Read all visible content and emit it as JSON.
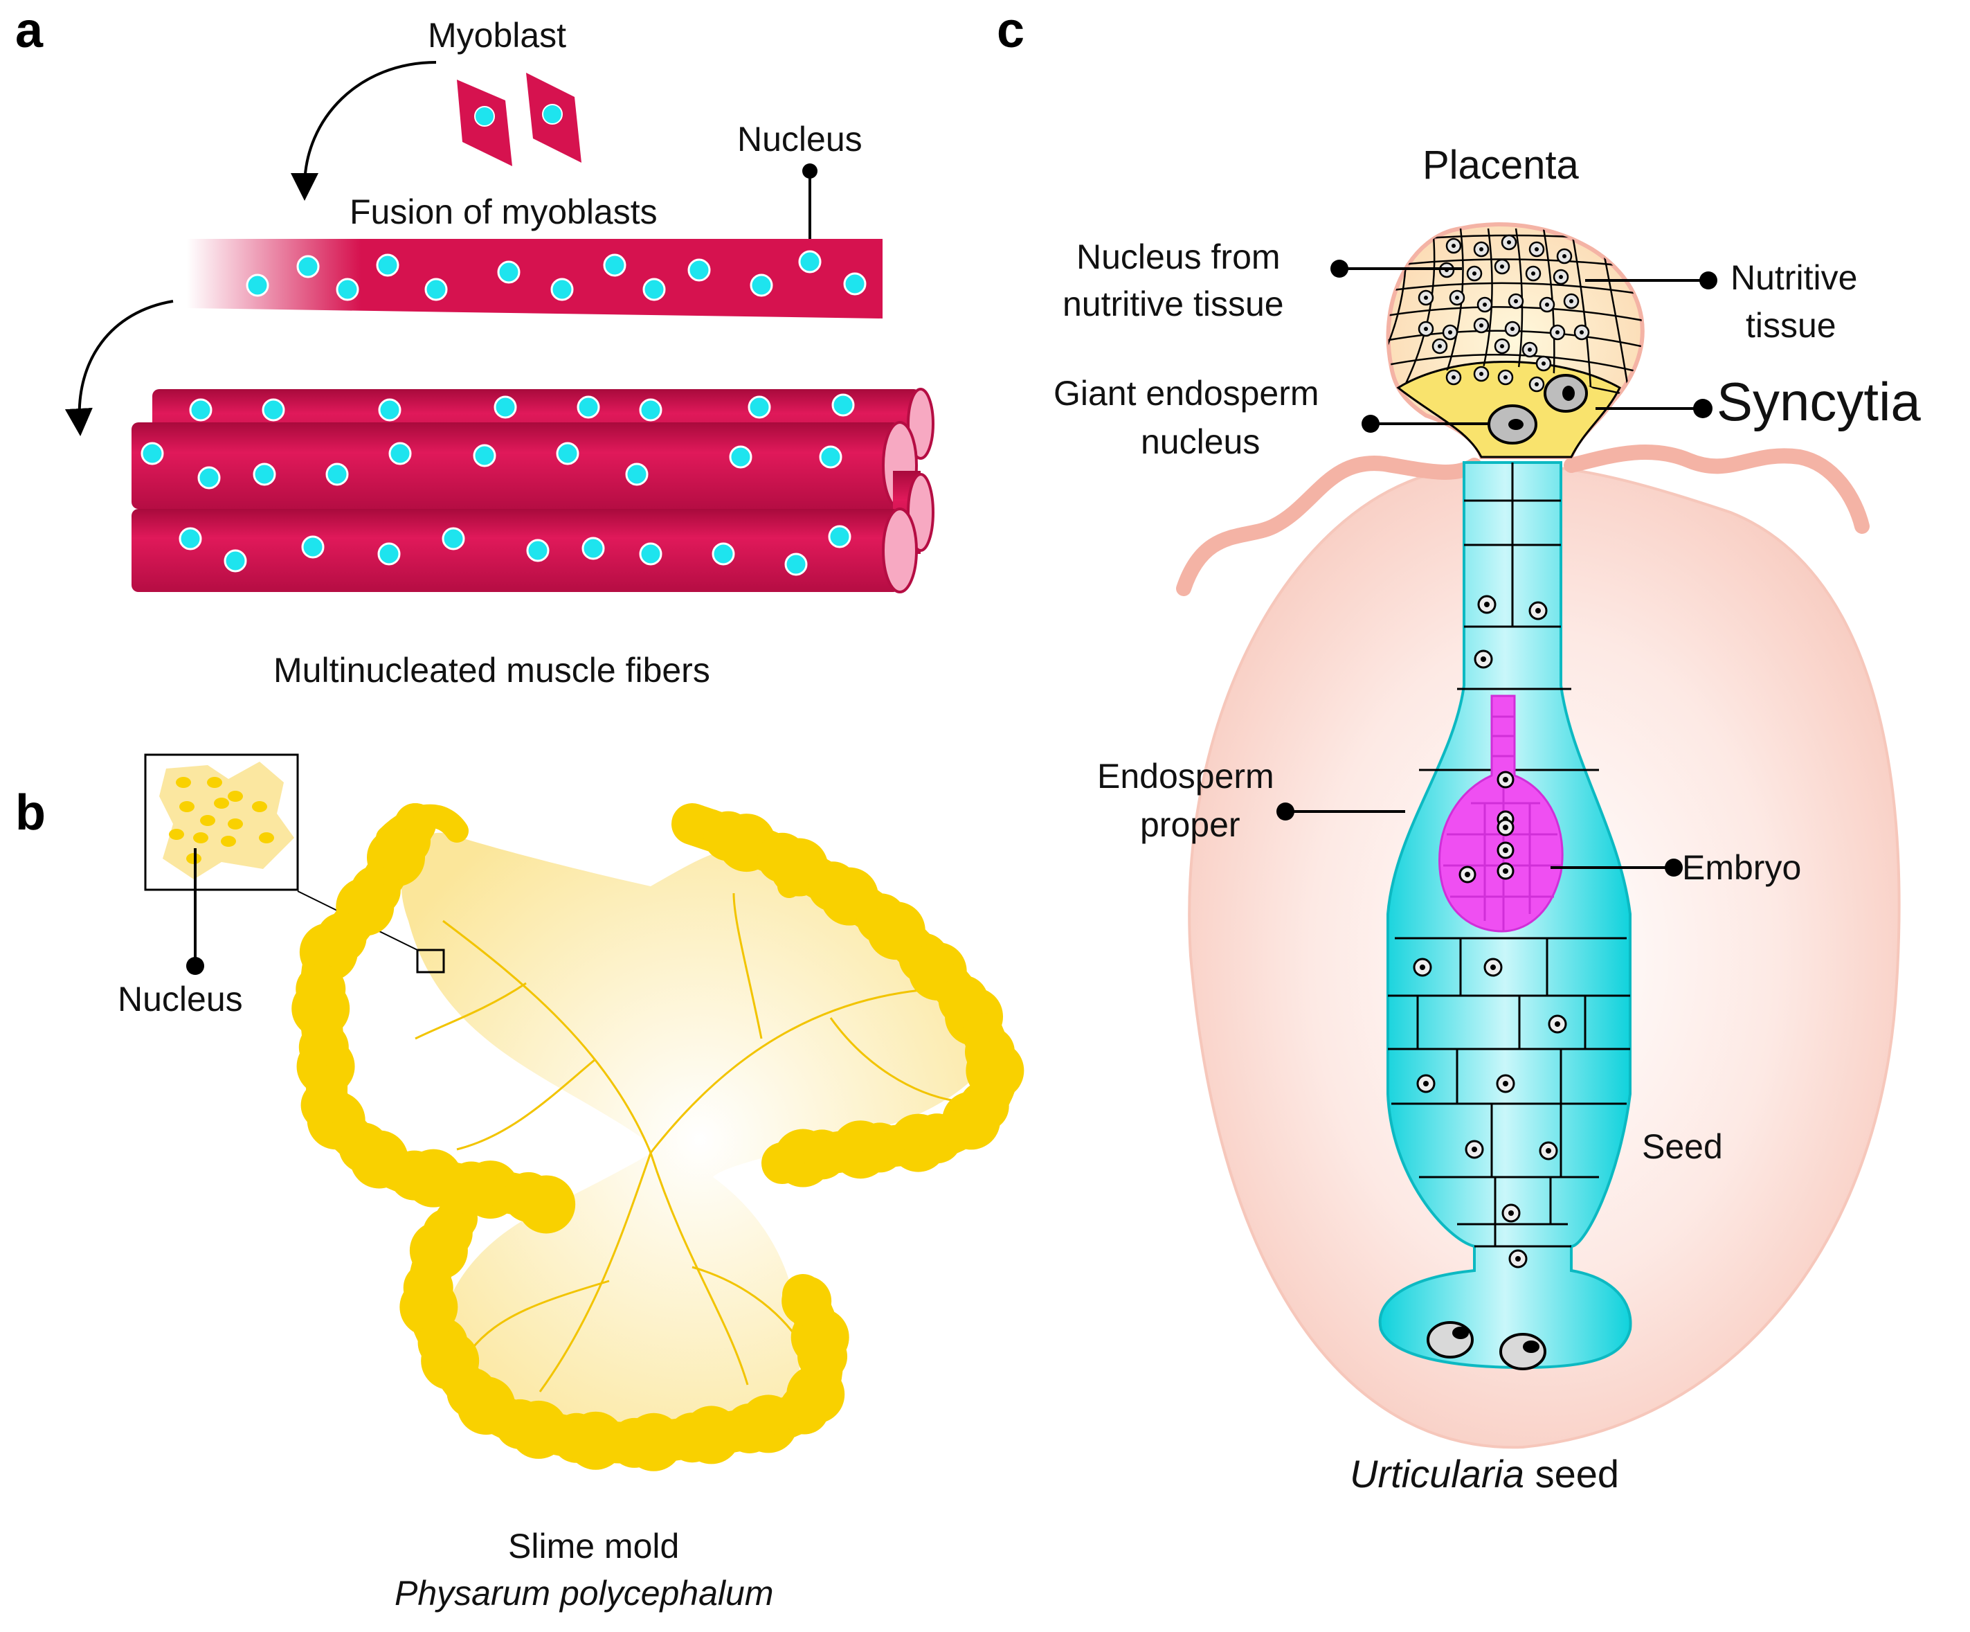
{
  "panels": [
    "a",
    "b",
    "c"
  ],
  "panel_a": {
    "myoblast": "Myoblast",
    "nucleus": "Nucleus",
    "fusion": "Fusion of myoblasts",
    "caption": "Multinucleated muscle fibers"
  },
  "panel_b": {
    "nucleus": "Nucleus",
    "caption": "Slime mold",
    "species": "Physarum polycephalum"
  },
  "panel_c": {
    "placenta": "Placenta",
    "nucleus_from_1": "Nucleus from",
    "nucleus_from_2": "nutritive tissue",
    "nutritive_1": "Nutritive",
    "nutritive_2": "tissue",
    "giant_1": "Giant endosperm",
    "giant_2": "nucleus",
    "syncytia": "Syncytia",
    "endosperm_1": "Endosperm",
    "endosperm_2": "proper",
    "embryo": "Embryo",
    "seed": "Seed",
    "caption_italic": "Urticularia",
    "caption_rest": " seed"
  },
  "colors": {
    "muscle": "#d6124f",
    "muscle_light": "#f7a9c2",
    "nucleus_cyan": "#1ee4ee",
    "slime": "#f9d100",
    "slime_light": "#fbefb5",
    "seed_fill": "#fde4de",
    "seed_edge": "#f4b3a5",
    "endosperm": "#1dd7dd",
    "embryo": "#ef4ff2",
    "placenta_fill": "#fdf0c6",
    "syncytium": "#f9e36d"
  }
}
